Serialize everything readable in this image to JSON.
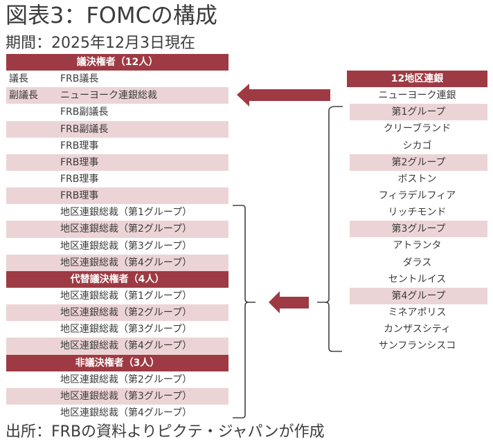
{
  "title": "図表3：FOMCの構成",
  "subtitle": "期間：2025年12月3日現在",
  "source": "出所：FRBの資料よりピクテ・ジャパンが作成",
  "colors": {
    "header_bg": "#9e3a43",
    "stripe_bg": "#ecd4d6",
    "arrow": "#9e3a43",
    "brace": "#404040",
    "text": "#3a3a3a"
  },
  "left_table": {
    "sections": [
      {
        "header": "議決権者（12人）",
        "rows": [
          {
            "role": "議長",
            "member": "FRB議長"
          },
          {
            "role": "副議長",
            "member": "ニューヨーク連銀総裁"
          },
          {
            "role": "",
            "member": "FRB副議長"
          },
          {
            "role": "",
            "member": "FRB副議長"
          },
          {
            "role": "",
            "member": "FRB理事"
          },
          {
            "role": "",
            "member": "FRB理事"
          },
          {
            "role": "",
            "member": "FRB理事"
          },
          {
            "role": "",
            "member": "FRB理事"
          },
          {
            "role": "",
            "member": "地区連銀総裁（第1グループ）"
          },
          {
            "role": "",
            "member": "地区連銀総裁（第2グループ）"
          },
          {
            "role": "",
            "member": "地区連銀総裁（第3グループ）"
          },
          {
            "role": "",
            "member": "地区連銀総裁（第4グループ）"
          }
        ]
      },
      {
        "header": "代替議決権者（4人）",
        "rows": [
          {
            "role": "",
            "member": "地区連銀総裁（第1グループ）"
          },
          {
            "role": "",
            "member": "地区連銀総裁（第2グループ）"
          },
          {
            "role": "",
            "member": "地区連銀総裁（第3グループ）"
          },
          {
            "role": "",
            "member": "地区連銀総裁（第4グループ）"
          }
        ]
      },
      {
        "header": "非議決権者（3人）",
        "rows": [
          {
            "role": "",
            "member": "地区連銀総裁（第2グループ）"
          },
          {
            "role": "",
            "member": "地区連銀総裁（第3グループ）"
          },
          {
            "role": "",
            "member": "地区連銀総裁（第4グループ）"
          }
        ]
      }
    ]
  },
  "right_table": {
    "header": "12地区連銀",
    "rows": [
      {
        "label": "ニューヨーク連銀",
        "group_header": false
      },
      {
        "label": "第1グループ",
        "group_header": true
      },
      {
        "label": "クリーブランド",
        "group_header": false
      },
      {
        "label": "シカゴ",
        "group_header": false
      },
      {
        "label": "第2グループ",
        "group_header": true
      },
      {
        "label": "ボストン",
        "group_header": false
      },
      {
        "label": "フィラデルフィア",
        "group_header": false
      },
      {
        "label": "リッチモンド",
        "group_header": false
      },
      {
        "label": "第3グループ",
        "group_header": true
      },
      {
        "label": "アトランタ",
        "group_header": false
      },
      {
        "label": "ダラス",
        "group_header": false
      },
      {
        "label": "セントルイス",
        "group_header": false
      },
      {
        "label": "第4グループ",
        "group_header": true
      },
      {
        "label": "ミネアポリス",
        "group_header": false
      },
      {
        "label": "カンザスシティ",
        "group_header": false
      },
      {
        "label": "サンフランシスコ",
        "group_header": false
      }
    ]
  },
  "connectors": [
    {
      "from": "ニューヨーク連銀",
      "to": "副議長",
      "icon": "arrow-left-icon"
    },
    {
      "from": "第1〜第4グループ",
      "to": "地区連銀総裁（第1〜第4グループ）",
      "icon": "arrow-left-icon"
    }
  ]
}
